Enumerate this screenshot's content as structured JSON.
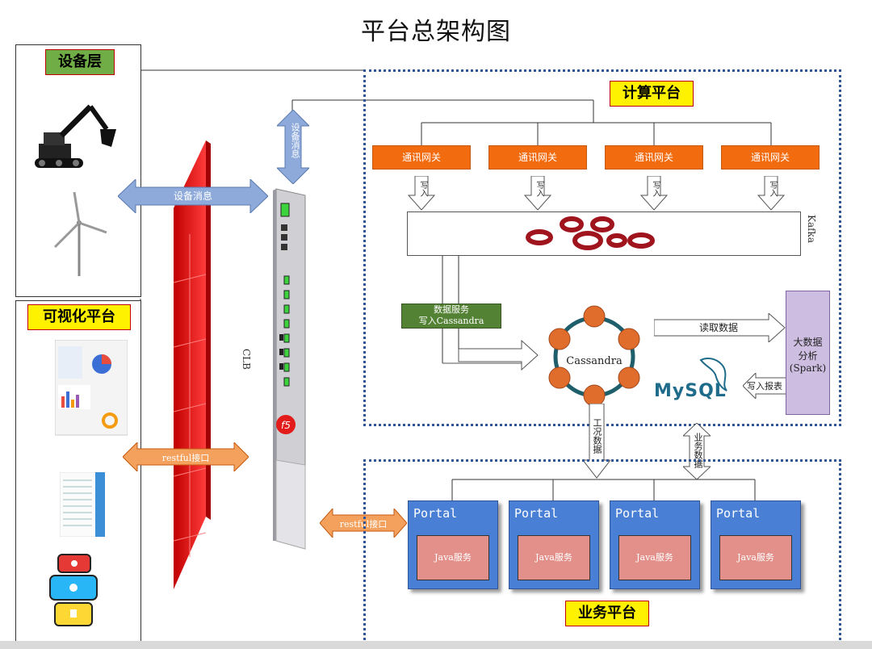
{
  "title": "平台总架构图",
  "device_layer": {
    "label": "设备层"
  },
  "visual_platform": {
    "label": "可视化平台"
  },
  "compute_platform": {
    "label": "计算平台"
  },
  "business_platform": {
    "label": "业务平台"
  },
  "arrows": {
    "device_msg_h": "设备消息",
    "device_msg_v": "设备消息",
    "restful_left": "restful接口",
    "restful_right": "restful接口",
    "write": "写入",
    "read_data": "读取数据",
    "write_report": "写入报表",
    "work_data": "工况数据",
    "biz_data": "业务数据"
  },
  "clb_label": "CLB",
  "gateways": [
    "通讯网关",
    "通讯网关",
    "通讯网关",
    "通讯网关"
  ],
  "kafka_label": "Kafka",
  "data_service": {
    "line1": "数据服务",
    "line2": "写入Cassandra"
  },
  "cassandra_label": "Cassandra",
  "mysql_label": "MySQL",
  "bigdata": {
    "line1": "大数据",
    "line2": "分析",
    "line3": "(Spark)"
  },
  "portals": [
    {
      "title": "Portal",
      "service": "Java服务"
    },
    {
      "title": "Portal",
      "service": "Java服务"
    },
    {
      "title": "Portal",
      "service": "Java服务"
    },
    {
      "title": "Portal",
      "service": "Java服务"
    }
  ],
  "colors": {
    "gateway": "#f26b0f",
    "portal": "#4a7fd6",
    "firewall": "#ff2020",
    "dashed": "#2f5597"
  }
}
